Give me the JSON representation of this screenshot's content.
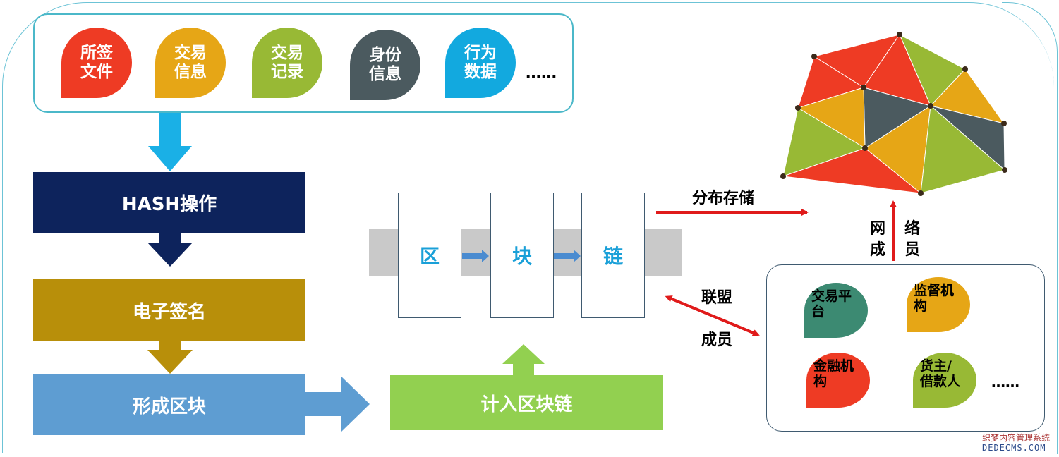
{
  "top": {
    "items": [
      {
        "label": "所签\n文件",
        "color": "#ee3b24"
      },
      {
        "label": "交易\n信息",
        "color": "#e6a616"
      },
      {
        "label": "交易\n记录",
        "color": "#98b935"
      },
      {
        "label": "身份\n信息",
        "color": "#4b5a5f"
      },
      {
        "label": "行为\n数据",
        "color": "#12a9df"
      }
    ],
    "more": "……"
  },
  "stages": [
    {
      "label": "HASH操作",
      "color": "#0d235c"
    },
    {
      "label": "电子签名",
      "color": "#b88f0a"
    },
    {
      "label": "形成区块",
      "color": "#5e9dd2"
    }
  ],
  "chain_stage": {
    "label": "计入区块链",
    "color": "#92d050"
  },
  "chain": {
    "blocks": [
      "区",
      "块",
      "链"
    ]
  },
  "labels": {
    "distributed": "分布存储",
    "network_left": "网\n成",
    "network_right": "络\n员",
    "alliance_top": "联盟",
    "alliance_bottom": "成员"
  },
  "members": {
    "items": [
      {
        "label": "交易平\n台",
        "color": "#3c8a72"
      },
      {
        "label": "监督机\n构",
        "color": "#e6a616"
      },
      {
        "label": "金融机\n构",
        "color": "#ee3b24"
      },
      {
        "label": "货主/\n借款人",
        "color": "#98b935"
      }
    ],
    "more": "……"
  },
  "watermark": {
    "line1": "织梦内容管理系统",
    "line2": "DEDECMS.COM"
  },
  "colors": {
    "arrow_blue": "#1ab0e6",
    "arrow_red": "#e01b1b",
    "chain_bar": "#c9c9c9"
  }
}
